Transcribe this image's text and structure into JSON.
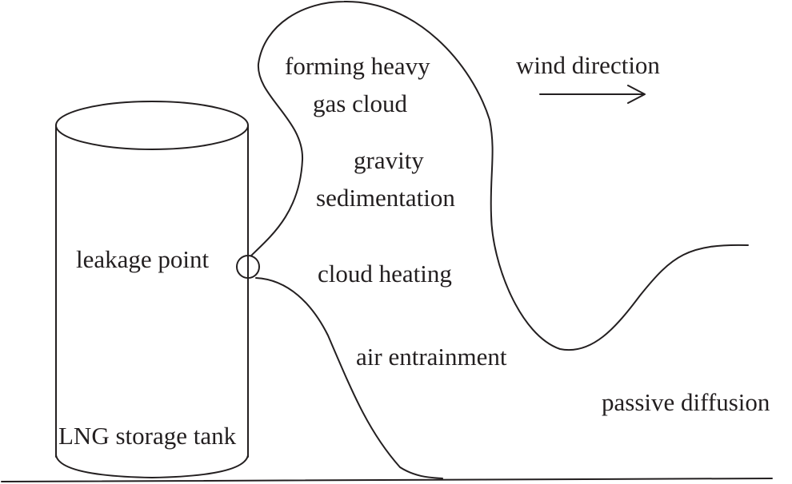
{
  "diagram": {
    "title": "LNG leakage heavy gas cloud dispersion process",
    "colors": {
      "line": "#231f20",
      "background": "#ffffff"
    },
    "labels": {
      "forming_heavy": "forming heavy",
      "gas_cloud": "gas cloud",
      "gravity": "gravity",
      "sedimentation": "sedimentation",
      "cloud_heating": "cloud heating",
      "air_entrainment": "air entrainment",
      "passive_diffusion": "passive diffusion",
      "leakage_point": "leakage point",
      "lng_storage_tank": "LNG storage tank",
      "wind_direction": "wind direction"
    },
    "icons": {
      "wind_arrow": "arrow-right-icon",
      "leak": "circle-icon"
    }
  }
}
